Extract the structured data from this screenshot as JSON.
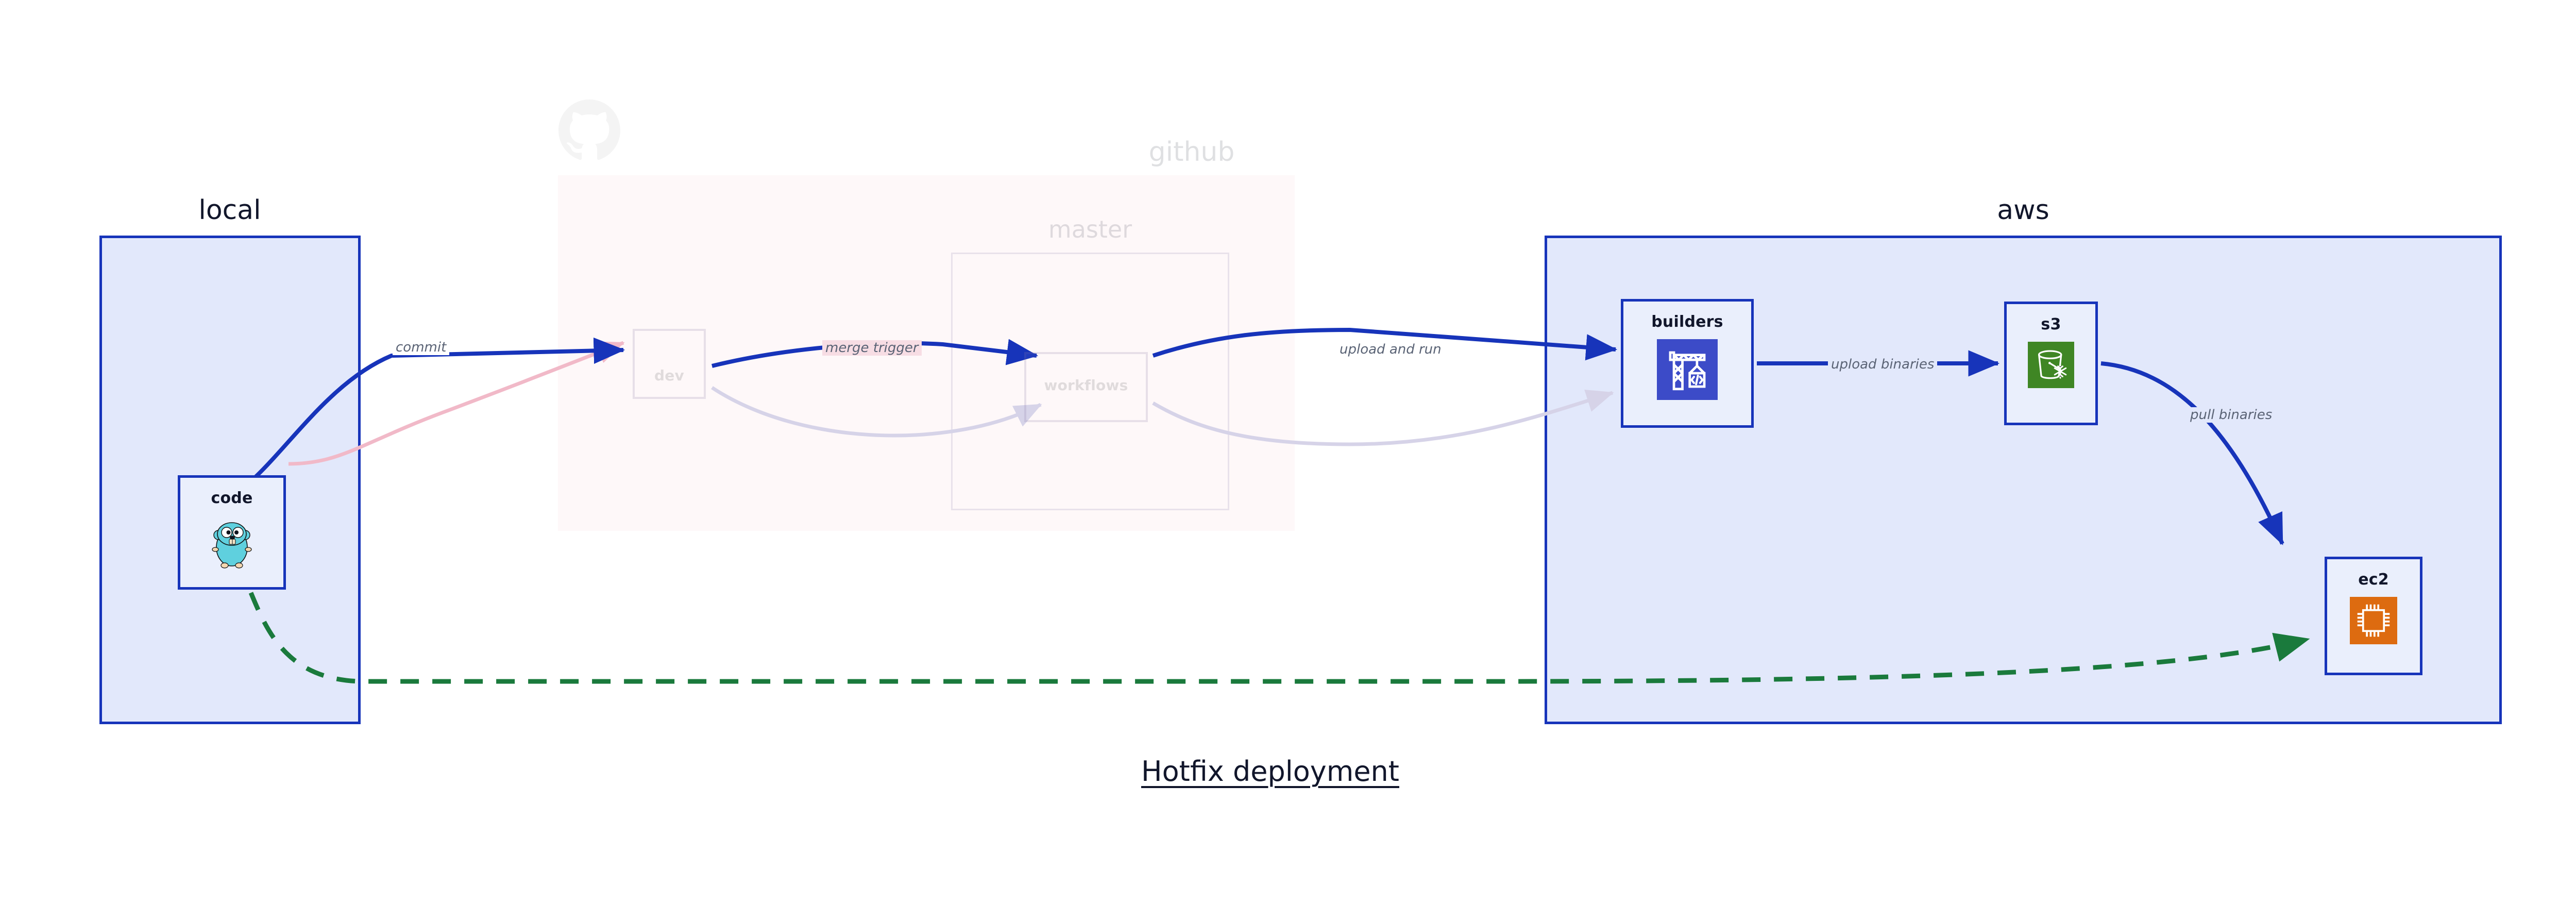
{
  "diagram": {
    "title": "Hotfix deployment",
    "colors": {
      "cluster_blue_border": "#1734ba",
      "cluster_blue_fill": "#e2e8fb",
      "cluster_pink_fill": "#f9e3e9",
      "node_fill": "#eaeffc",
      "edge_blue": "#1734ba",
      "edge_green": "#1a7a3c",
      "label_gray": "#5a6375",
      "text_dark": "#11162b",
      "builders_icon_bg": "#3c4bc8",
      "s3_icon_bg": "#3f8624",
      "ec2_icon_bg": "#dd6b10",
      "gopher_body": "#5fd0de"
    }
  },
  "clusters": [
    {
      "id": "local",
      "label": "local",
      "style": "blue"
    },
    {
      "id": "github",
      "label": "github",
      "style": "pink",
      "faded": true,
      "logo_icon": "github-octocat-icon"
    },
    {
      "id": "master",
      "label": "master",
      "style": "pink-inner",
      "faded": true
    },
    {
      "id": "aws",
      "label": "aws",
      "style": "blue"
    }
  ],
  "nodes": [
    {
      "id": "code",
      "label": "code",
      "cluster": "local",
      "icon": "go-gopher-icon",
      "faded": false
    },
    {
      "id": "dev",
      "label": "dev",
      "cluster": "github",
      "icon": "none",
      "faded": true
    },
    {
      "id": "workflows",
      "label": "workflows",
      "cluster": "master",
      "icon": "none",
      "faded": true
    },
    {
      "id": "builders",
      "label": "builders",
      "cluster": "aws",
      "icon": "crane-code-icon",
      "faded": false
    },
    {
      "id": "s3",
      "label": "s3",
      "cluster": "aws",
      "icon": "s3-bucket-glacier-icon",
      "faded": false
    },
    {
      "id": "ec2",
      "label": "ec2",
      "cluster": "aws",
      "icon": "cpu-chip-icon",
      "faded": false
    }
  ],
  "edges": [
    {
      "id": "e-commit",
      "from": "code",
      "to": "dev",
      "label": "commit",
      "color": "edge_blue",
      "style": "solid",
      "faded": false
    },
    {
      "id": "e-merge",
      "from": "dev",
      "to": "workflows",
      "label": "merge trigger",
      "color": "edge_blue",
      "style": "solid",
      "faded": false
    },
    {
      "id": "e-upload-run",
      "from": "workflows",
      "to": "builders",
      "label": "upload and run",
      "color": "edge_blue",
      "style": "solid",
      "faded": false
    },
    {
      "id": "e-upload-bin",
      "from": "builders",
      "to": "s3",
      "label": "upload binaries",
      "color": "edge_blue",
      "style": "solid",
      "faded": false
    },
    {
      "id": "e-pull-bin",
      "from": "s3",
      "to": "ec2",
      "label": "pull binaries",
      "color": "edge_blue",
      "style": "solid",
      "faded": false
    },
    {
      "id": "e-hotfix",
      "from": "code",
      "to": "ec2",
      "label": "",
      "color": "edge_green",
      "style": "dashed",
      "faded": false
    },
    {
      "id": "e-faded-a",
      "from": "code",
      "to": "dev",
      "label": "",
      "color": "pink",
      "style": "solid",
      "faded": true
    },
    {
      "id": "e-faded-b",
      "from": "dev",
      "to": "workflows",
      "label": "",
      "color": "lilac",
      "style": "solid",
      "faded": true
    },
    {
      "id": "e-faded-c",
      "from": "workflows",
      "to": "builders",
      "label": "",
      "color": "lilac",
      "style": "solid",
      "faded": true
    }
  ]
}
